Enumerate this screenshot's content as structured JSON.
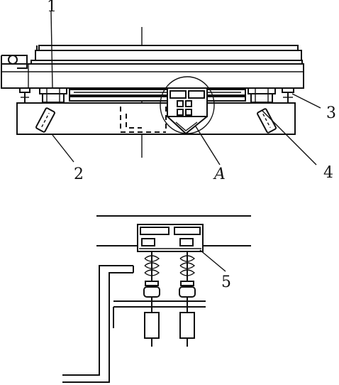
{
  "labels": {
    "l1": "1",
    "l2": "2",
    "l3": "3",
    "l4": "4",
    "lA": "A",
    "l5": "5"
  }
}
